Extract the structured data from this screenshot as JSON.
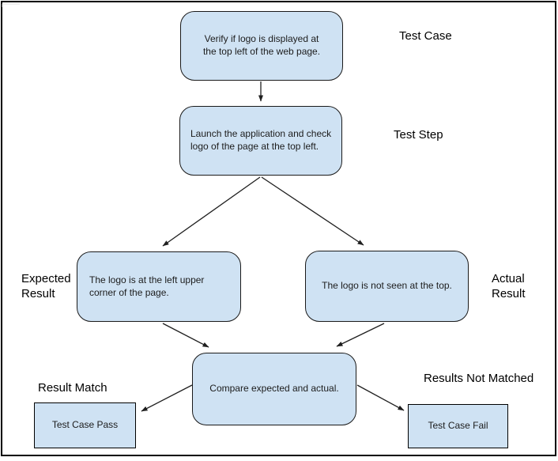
{
  "colors": {
    "node_fill": "#cfe2f3",
    "node_border": "#000000",
    "arrow": "#1f1f1f",
    "frame": "#000000",
    "node_text": "#1c1c1c",
    "label_text": "#000000",
    "background": "#ffffff"
  },
  "nodes": {
    "test_case": {
      "text": "Verify if logo is displayed at\nthe top left of the web page."
    },
    "test_step": {
      "text": "Launch the application and check\nlogo of the page at the top left."
    },
    "expected_result": {
      "text": "The logo is at the left upper\ncorner of the page."
    },
    "actual_result": {
      "text": "The logo is not seen at the top."
    },
    "compare": {
      "text": "Compare expected and actual."
    },
    "test_case_pass": {
      "text": "Test Case Pass"
    },
    "test_case_fail": {
      "text": "Test Case Fail"
    }
  },
  "labels": {
    "test_case": "Test Case",
    "test_step": "Test Step",
    "expected_result": "Expected\nResult",
    "actual_result": "Actual\nResult",
    "result_match": "Result Match",
    "results_not_matched": "Results Not Matched"
  },
  "edges": [
    {
      "from": "test_case",
      "to": "test_step"
    },
    {
      "from": "test_step",
      "to": "expected_result"
    },
    {
      "from": "test_step",
      "to": "actual_result"
    },
    {
      "from": "expected_result",
      "to": "compare"
    },
    {
      "from": "actual_result",
      "to": "compare"
    },
    {
      "from": "compare",
      "to": "test_case_pass"
    },
    {
      "from": "compare",
      "to": "test_case_fail"
    }
  ]
}
